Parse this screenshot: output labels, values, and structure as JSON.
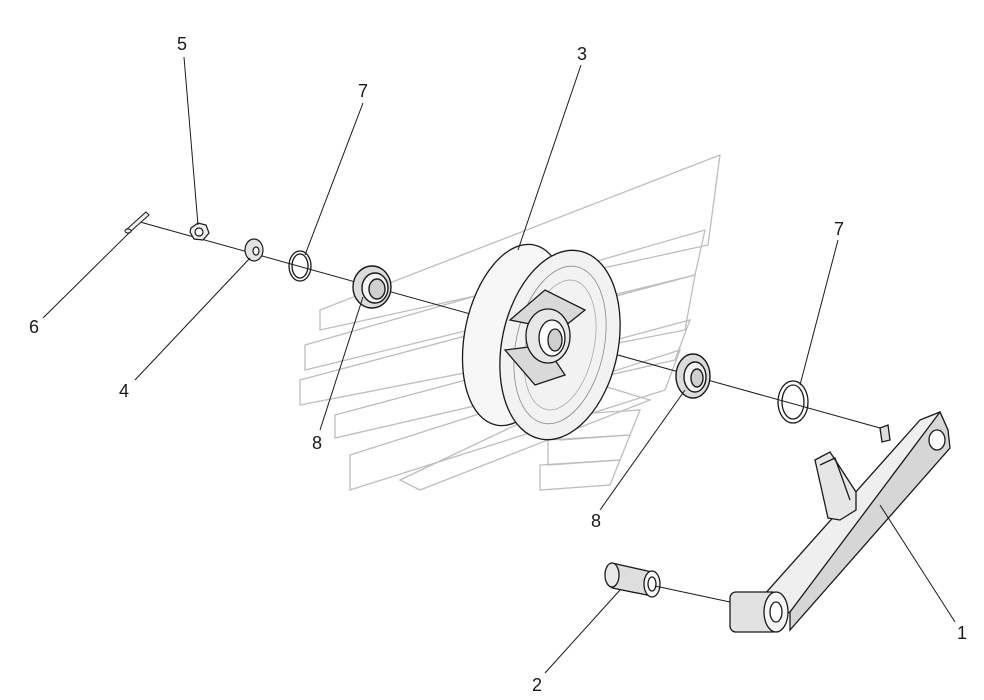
{
  "diagram": {
    "callouts": [
      {
        "id": "c5",
        "label": "5"
      },
      {
        "id": "c7a",
        "label": "7"
      },
      {
        "id": "c3",
        "label": "3"
      },
      {
        "id": "c7b",
        "label": "7"
      },
      {
        "id": "c6",
        "label": "6"
      },
      {
        "id": "c4",
        "label": "4"
      },
      {
        "id": "c8a",
        "label": "8"
      },
      {
        "id": "c8b",
        "label": "8"
      },
      {
        "id": "c1",
        "label": "1"
      },
      {
        "id": "c2",
        "label": "2"
      }
    ],
    "colors": {
      "line": "#1a1a1a",
      "part_fill": "#f2f2f2",
      "part_shade": "#d9d9d9",
      "watermark": "#bdbdbd"
    }
  }
}
